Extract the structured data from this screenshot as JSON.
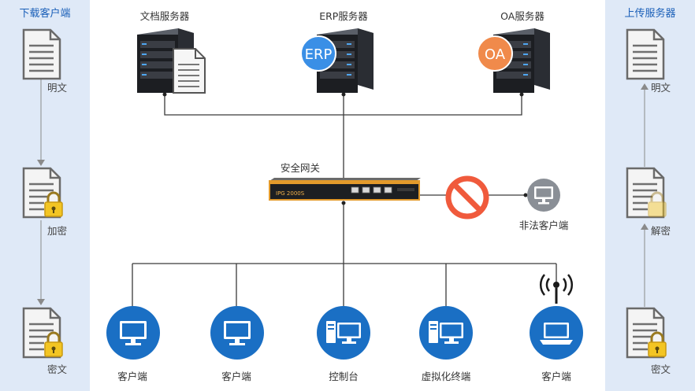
{
  "left_panel": {
    "title": "下载客户端",
    "steps": [
      {
        "label": "明文",
        "locked": false
      },
      {
        "label": "加密",
        "locked": true
      },
      {
        "label": "密文",
        "locked": true
      }
    ]
  },
  "right_panel": {
    "title": "上传服务器",
    "steps": [
      {
        "label": "明文",
        "locked": false
      },
      {
        "label": "解密",
        "locked": true
      },
      {
        "label": "密文",
        "locked": true
      }
    ]
  },
  "servers": [
    {
      "label": "文档服务器",
      "badge": ""
    },
    {
      "label": "ERP服务器",
      "badge": "ERP",
      "badge_color": "#3a8fe6"
    },
    {
      "label": "OA服务器",
      "badge": "OA",
      "badge_color": "#f08a4b"
    }
  ],
  "gateway": {
    "label": "安全网关",
    "device_text": "IPG 2000S"
  },
  "illegal_client": {
    "label": "非法客户端",
    "block_color": "#f05a3c"
  },
  "clients": [
    {
      "label": "客户端",
      "icon": "monitor-icon"
    },
    {
      "label": "客户端",
      "icon": "monitor-icon"
    },
    {
      "label": "控制台",
      "icon": "desktop-pc-icon"
    },
    {
      "label": "虚拟化终端",
      "icon": "desktop-pc-icon"
    },
    {
      "label": "客户端",
      "icon": "laptop-wifi-icon"
    }
  ],
  "colors": {
    "client_circle": "#1a6fc4",
    "side_bg": "#dfe9f7",
    "side_title": "#1a5fb8"
  }
}
